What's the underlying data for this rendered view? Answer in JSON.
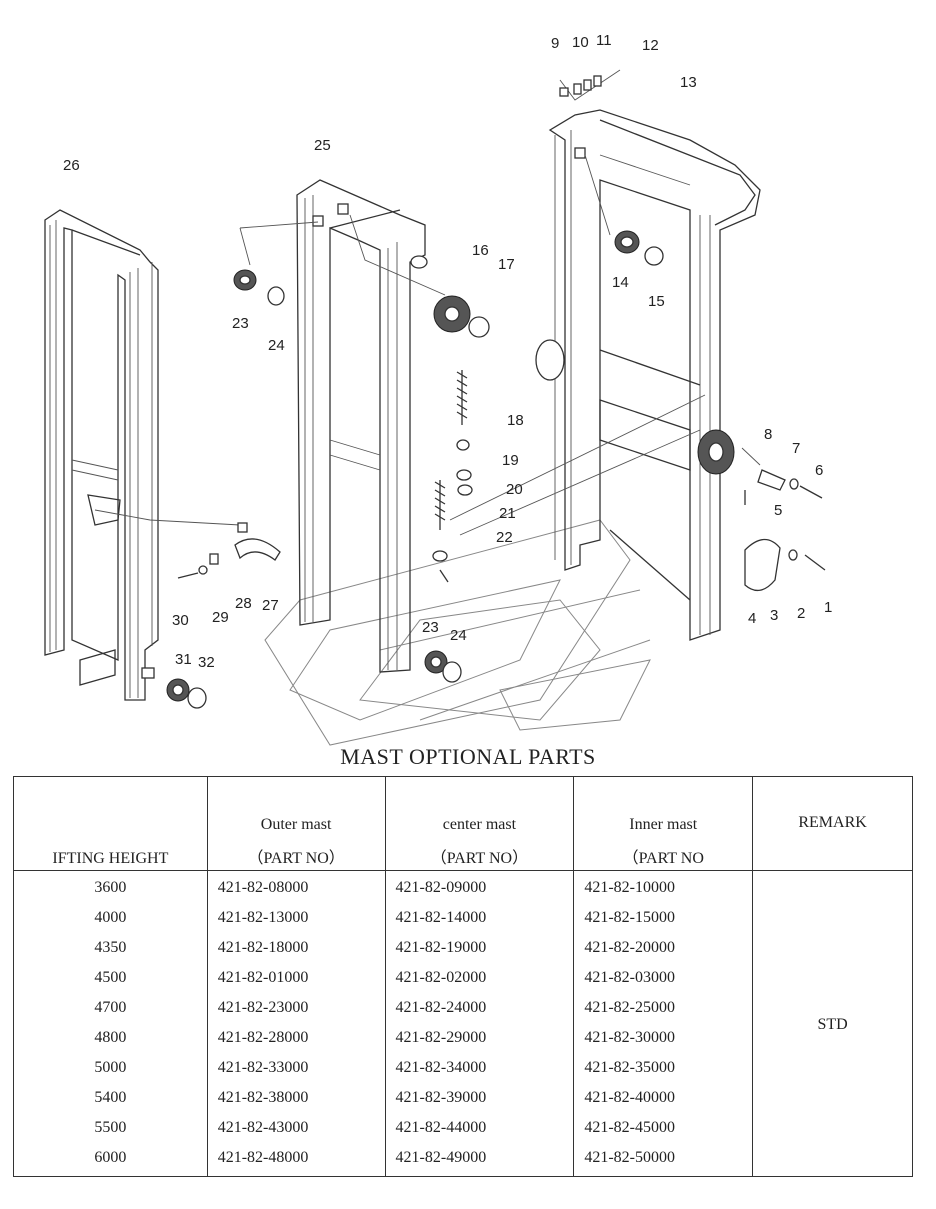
{
  "diagram": {
    "callouts": [
      "1",
      "2",
      "3",
      "4",
      "5",
      "6",
      "7",
      "8",
      "9",
      "10",
      "11",
      "12",
      "13",
      "14",
      "15",
      "16",
      "17",
      "18",
      "19",
      "20",
      "21",
      "22",
      "23",
      "24",
      "25",
      "26",
      "27",
      "28",
      "29",
      "30",
      "31",
      "32",
      "23",
      "24"
    ]
  },
  "title": "MAST OPTIONAL PARTS",
  "table": {
    "headers": {
      "height": "IFTING HEIGHT",
      "outer_l1": "Outer mast",
      "outer_l2": "（PART NO）",
      "center_l1": "center mast",
      "center_l2": "（PART NO）",
      "inner_l1": "Inner mast",
      "inner_l2": "（PART NO",
      "remark": "REMARK"
    },
    "rows": [
      {
        "height": "3600",
        "outer": "421-82-08000",
        "center": "421-82-09000",
        "inner": "421-82-10000"
      },
      {
        "height": "4000",
        "outer": "421-82-13000",
        "center": "421-82-14000",
        "inner": "421-82-15000"
      },
      {
        "height": "4350",
        "outer": "421-82-18000",
        "center": "421-82-19000",
        "inner": "421-82-20000"
      },
      {
        "height": "4500",
        "outer": "421-82-01000",
        "center": "421-82-02000",
        "inner": "421-82-03000"
      },
      {
        "height": "4700",
        "outer": "421-82-23000",
        "center": "421-82-24000",
        "inner": "421-82-25000"
      },
      {
        "height": "4800",
        "outer": "421-82-28000",
        "center": "421-82-29000",
        "inner": "421-82-30000"
      },
      {
        "height": "5000",
        "outer": "421-82-33000",
        "center": "421-82-34000",
        "inner": "421-82-35000"
      },
      {
        "height": "5400",
        "outer": "421-82-38000",
        "center": "421-82-39000",
        "inner": "421-82-40000"
      },
      {
        "height": "5500",
        "outer": "421-82-43000",
        "center": "421-82-44000",
        "inner": "421-82-45000"
      },
      {
        "height": "6000",
        "outer": "421-82-48000",
        "center": "421-82-49000",
        "inner": "421-82-50000"
      }
    ],
    "remark": "STD"
  }
}
